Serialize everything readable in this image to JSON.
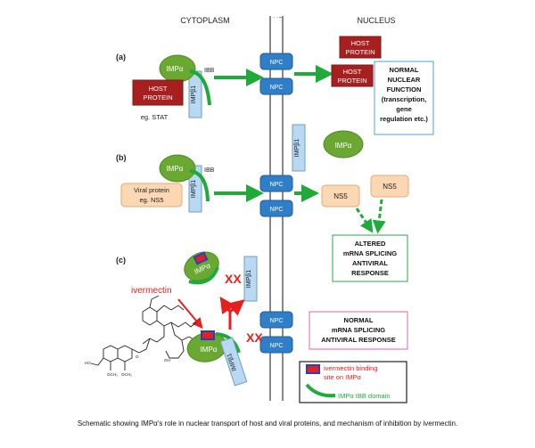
{
  "labels": {
    "cytoplasm": "CYTOPLASM",
    "ne": "NE",
    "nucleus": "NUCLEUS",
    "npc": "NPC",
    "panel_a": "(a)",
    "panel_b": "(b)",
    "panel_c": "(c)",
    "imp_alpha": "IMPα",
    "imp_beta1": "IMPβ1",
    "ibb": "IBB",
    "host_protein_line1": "HOST",
    "host_protein_line2": "PROTEIN",
    "eg_stat": "eg. STAT",
    "normal_function": [
      "NORMAL",
      "NUCLEAR",
      "FUNCTION",
      "(transcription,",
      "gene",
      "regulation etc.)"
    ],
    "viral_protein_line1": "Viral protein",
    "viral_protein_line2": "eg. NS5",
    "ns5": "NS5",
    "altered": [
      "ALTERED",
      "mRNA SPLICING",
      "ANTIVIRAL",
      "RESPONSE"
    ],
    "ivermectin": "ivermectin",
    "xx": "XX",
    "normal_splicing": [
      "NORMAL",
      "mRNA SPLICING",
      "ANTIVIRAL RESPONSE"
    ],
    "legend_binding_line1": "ivermectin binding",
    "legend_binding_line2": "site on IMPα",
    "legend_ibb": "IMPα IBB domain"
  },
  "caption": "Schematic showing IMPα's role in nuclear transport of host and viral proteins, and mechanism of inhibition by ivermectin.",
  "colors": {
    "green": "#6aa832",
    "arrow_green": "#1faa3a",
    "dark_red": "#a7201f",
    "blue_box": "#b9d9f3",
    "npc_blue": "#2f7fc8",
    "orange": "#fbd7b3",
    "red": "#e5201d"
  }
}
